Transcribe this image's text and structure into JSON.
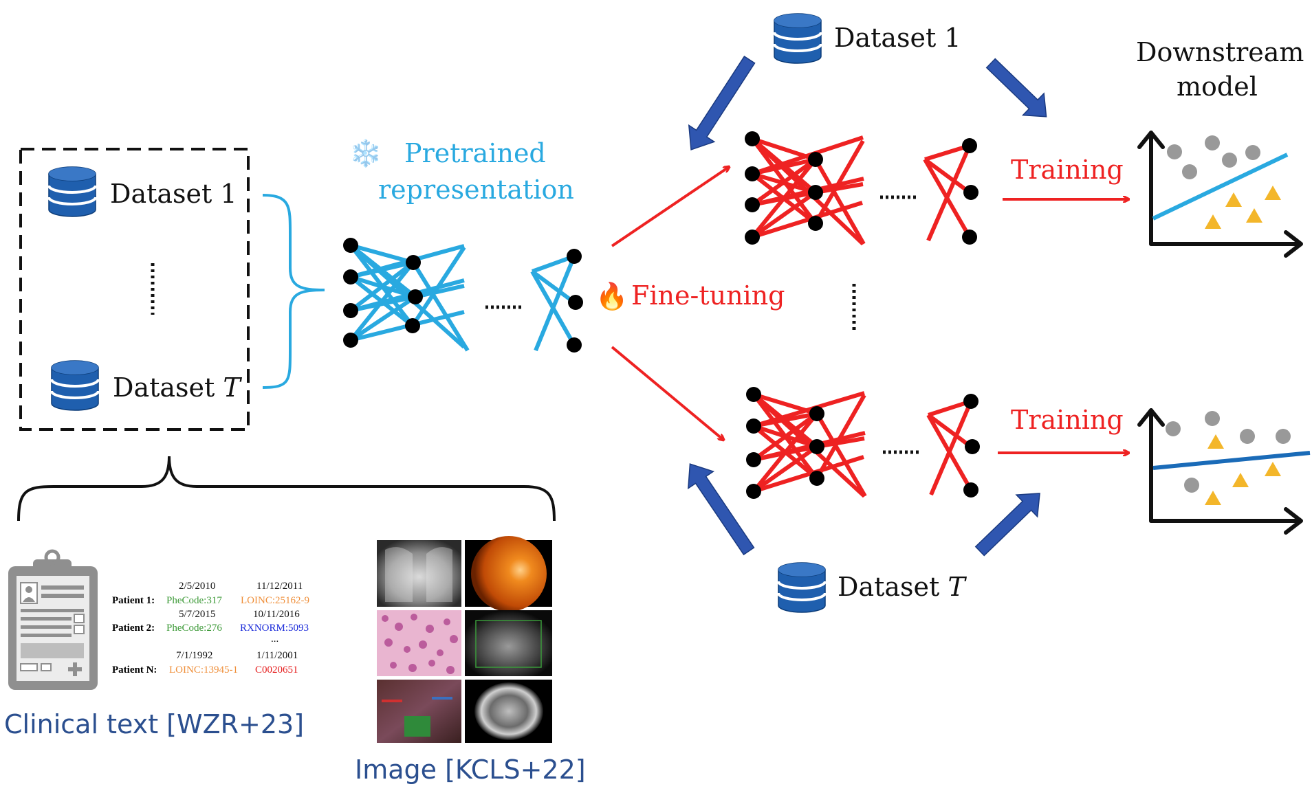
{
  "pretrain": {
    "datasets": [
      "Dataset 1",
      "Dataset T"
    ],
    "title_line1": "Pretrained",
    "title_line2": "representation"
  },
  "finetune": {
    "label": "Fine-tuning",
    "datasets": [
      "Dataset 1",
      "Dataset T"
    ]
  },
  "downstream": {
    "title_line1": "Downstream",
    "title_line2": "model",
    "training_label": "Training"
  },
  "sources": {
    "clinical_text_caption": "Clinical text [WZR+23]",
    "image_caption": "Image [KCLS+22]",
    "records": [
      {
        "dates": [
          "2/5/2010",
          "11/12/2011"
        ],
        "patient": "Patient 1:",
        "codes": [
          "PheCode:317",
          "LOINC:25162-9"
        ]
      },
      {
        "dates": [
          "5/7/2015",
          "10/11/2016"
        ],
        "patient": "Patient 2:",
        "codes": [
          "PheCode:276",
          "RXNORM:5093"
        ]
      },
      {
        "ellipsis": "..."
      },
      {
        "dates": [
          "7/1/1992",
          "1/11/2001"
        ],
        "patient": "Patient N:",
        "codes": [
          "LOINC:13945-1",
          "C0020651"
        ]
      }
    ]
  },
  "colors": {
    "pretrained": "#29a9e0",
    "finetune": "#ee2222",
    "arrow_blue": "#2f56b0",
    "caption": "#2b4f8f",
    "database": "#1f5fae"
  },
  "icons": [
    "database-icon",
    "snowflake-icon",
    "fire-icon",
    "clipboard-icon"
  ]
}
